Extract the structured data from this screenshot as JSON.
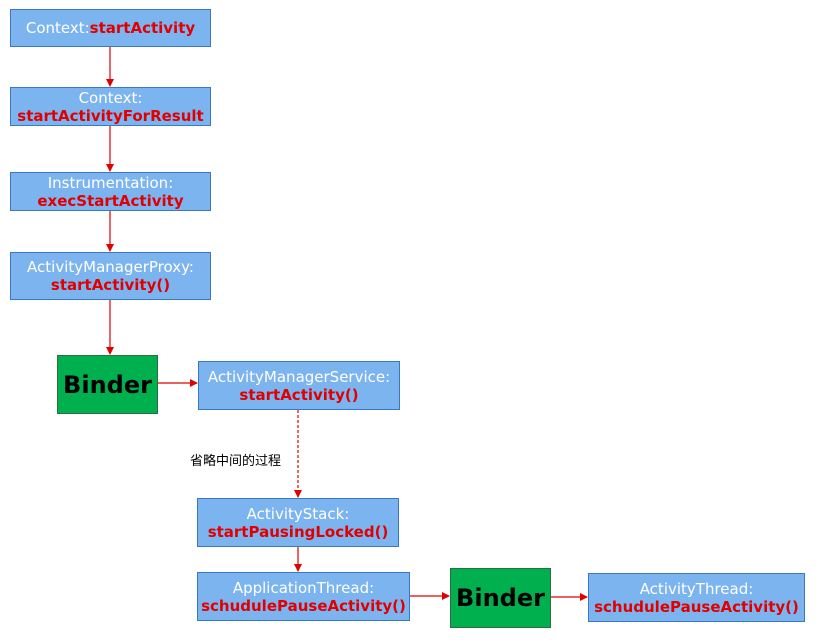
{
  "nodes": {
    "context_start": {
      "class_label": "Context:",
      "method_label": "startActivity"
    },
    "context_result": {
      "class_label": "Context:",
      "method_label": "startActivityForResult"
    },
    "instrumentation": {
      "class_label": "Instrumentation:",
      "method_label": "execStartActivity"
    },
    "am_proxy": {
      "class_label": "ActivityManagerProxy:",
      "method_label": "startActivity()"
    },
    "binder_1": {
      "label": "Binder"
    },
    "am_service": {
      "class_label": "ActivityManagerService:",
      "method_label": "startActivity()"
    },
    "activity_stack": {
      "class_label": "ActivityStack:",
      "method_label": "startPausingLocked()"
    },
    "app_thread": {
      "class_label": "ApplicationThread:",
      "method_label": "schudulePauseActivity()"
    },
    "binder_2": {
      "label": "Binder"
    },
    "activity_thread": {
      "class_label": "ActivityThread:",
      "method_label": "schudulePauseActivity()"
    }
  },
  "note": {
    "text": "省略中间的过程"
  },
  "colors": {
    "box_fill": "#7cb4f0",
    "box_text": "#ffffff",
    "method_text": "#e00000",
    "binder_fill": "#00b04f",
    "arrow": "#e00000"
  }
}
